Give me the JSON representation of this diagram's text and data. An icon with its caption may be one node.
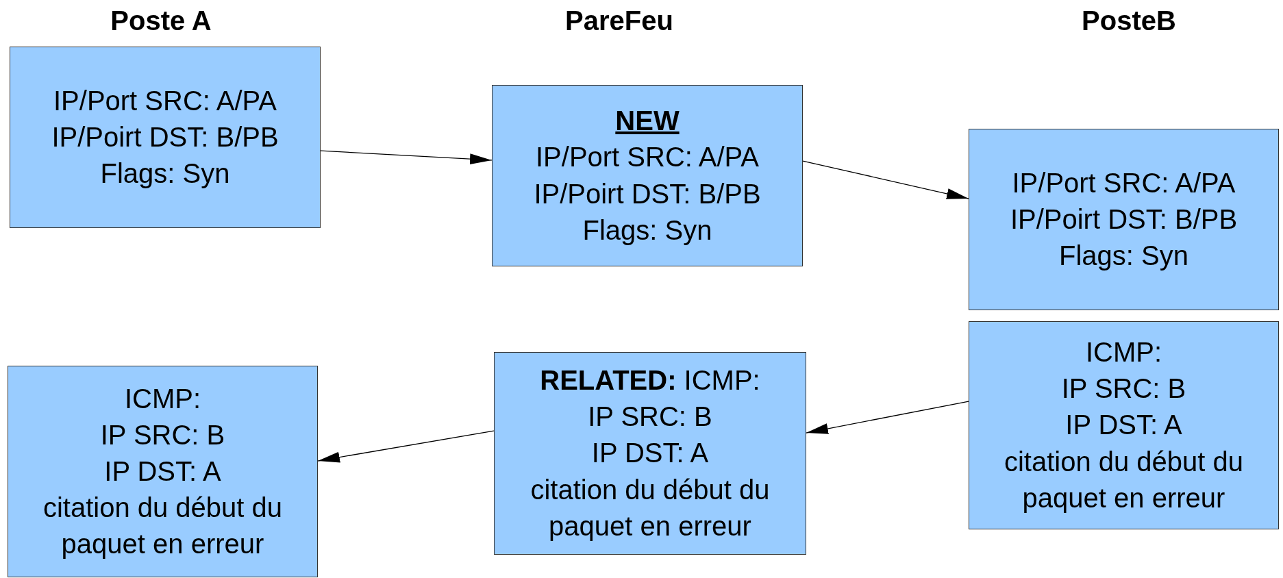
{
  "diagram": {
    "nodes": [
      {
        "text": [
          "IP/Port SRC: A/PA",
          "IP/Poirt DST: B/PB",
          "Flags: Syn"
        ]
      },
      {
        "text": [
          "NEW",
          "IP/Port SRC: A/PA",
          "IP/Poirt DST: B/PB",
          "Flags: Syn"
        ]
      },
      {
        "text": [
          "IP/Port SRC: A/PA",
          "IP/Poirt DST: B/PB",
          "Flags: Syn"
        ]
      },
      {
        "text": [
          "ICMP:",
          "IP SRC: B",
          "IP DST: A",
          "citation du début du paquet en erreur"
        ]
      },
      {
        "text": [
          "**RELATED:** ICMP:",
          "IP SRC: B",
          "IP DST: A",
          "citation du début du paquet en erreur"
        ]
      },
      {
        "text": [
          "ICMP:",
          "IP SRC: B",
          "IP DST: A",
          "citation du début du paquet en erreur"
        ]
      }
    ],
    "edges": [
      {
        "from": 0,
        "to": 1,
        "arrow": "to"
      },
      {
        "from": 1,
        "to": 2,
        "arrow": "to"
      },
      {
        "from": 3,
        "to": 4,
        "arrow": "to"
      },
      {
        "from": 4,
        "to": 5,
        "arrow": "to"
      }
    ],
    "labels": [
      "Poste A",
      "PareFeu",
      "PosteB"
    ]
  }
}
